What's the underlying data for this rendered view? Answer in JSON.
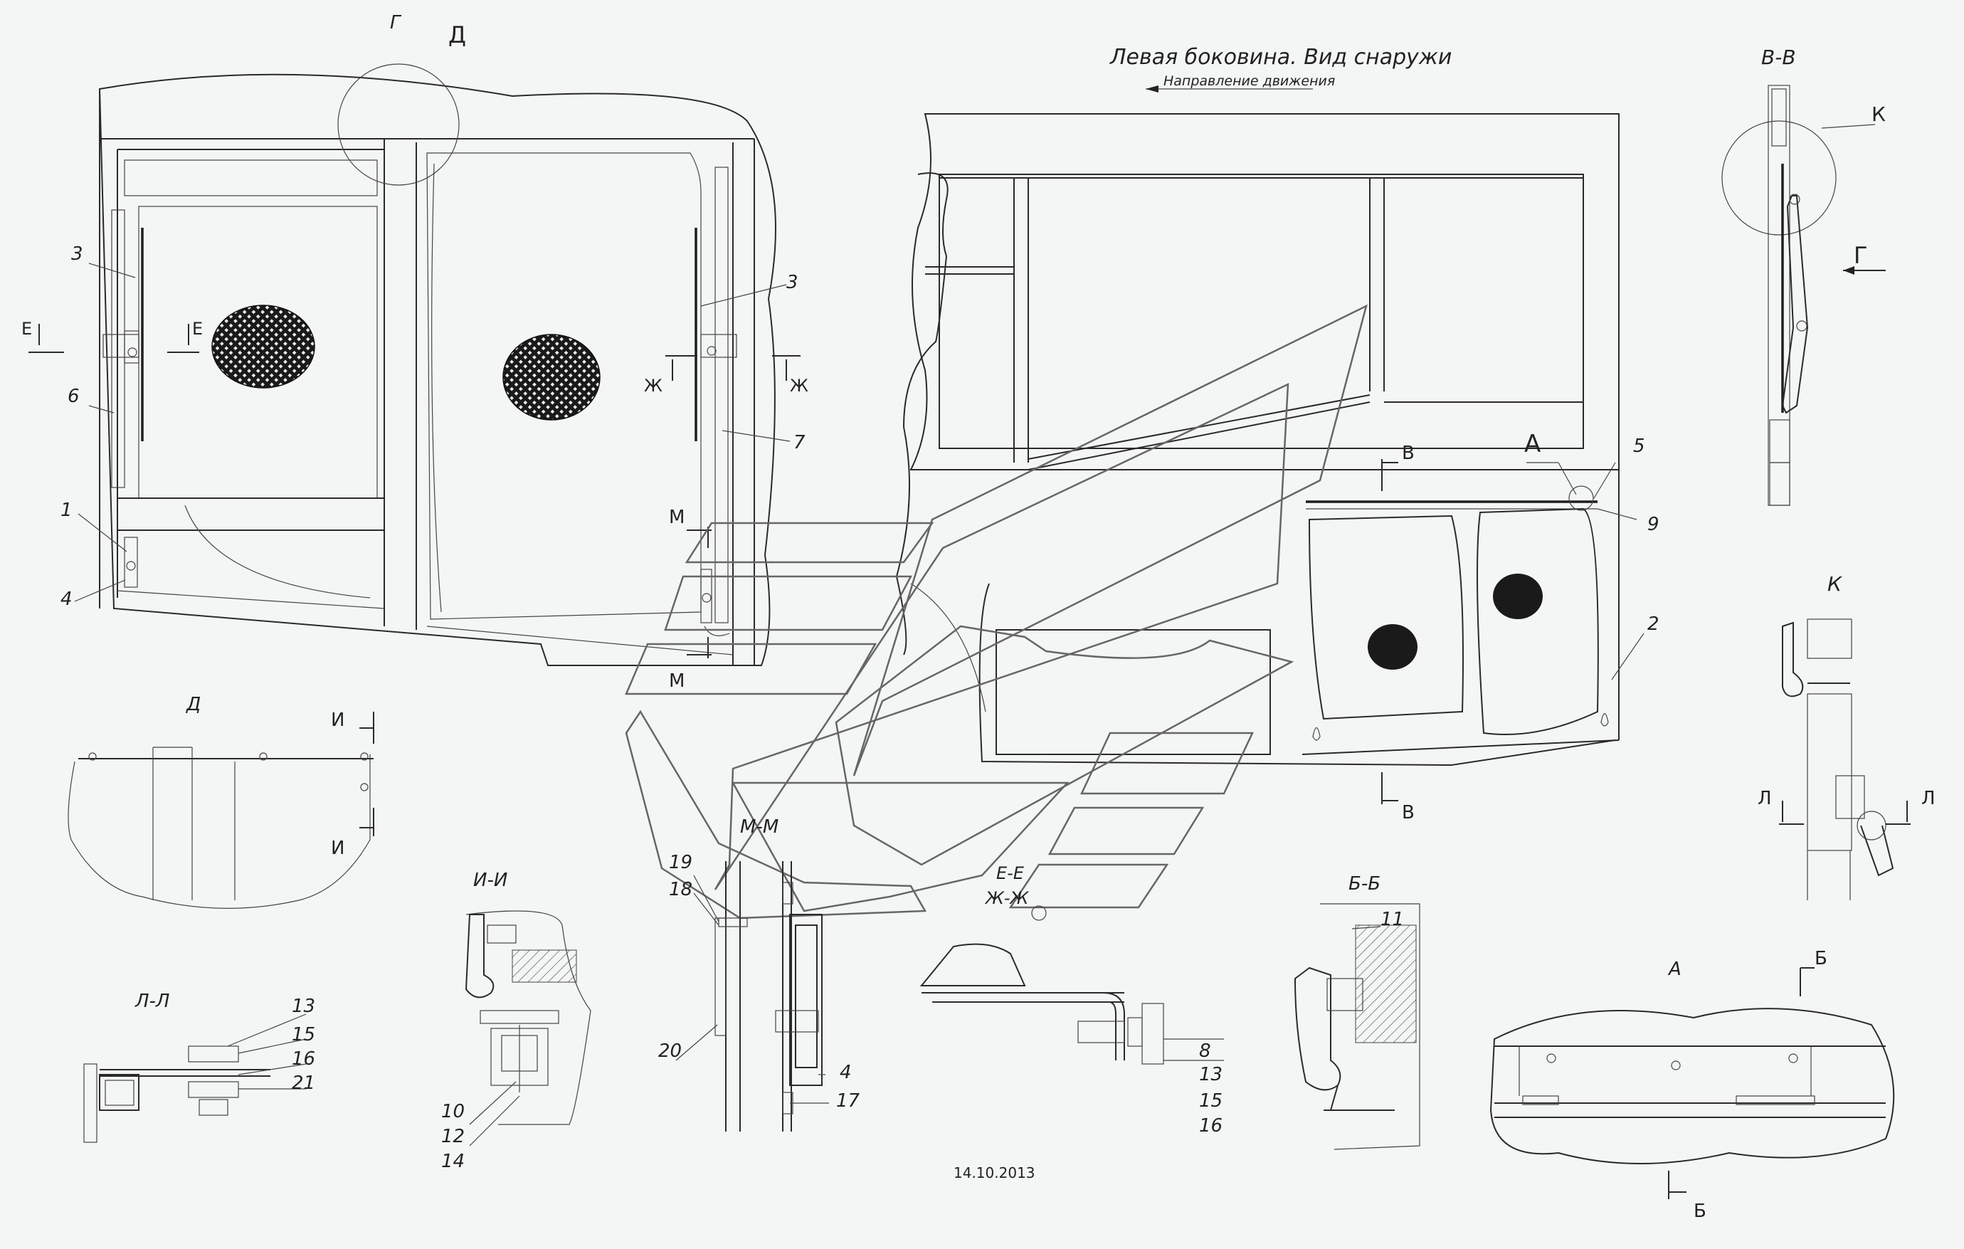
{
  "title": "Левая боковина. Вид снаружи",
  "direction_label": "Направление движения",
  "date": "14.10.2013",
  "view_labels": {
    "g_top": "Г",
    "d_top": "Д",
    "a_main": "А",
    "vv": "В-В",
    "k_callout": "К",
    "g_arrow": "Г",
    "k_view": "К",
    "d_view": "Д",
    "mm": "М-М",
    "ii": "И-И",
    "ll": "Л-Л",
    "ee": "Е-Е",
    "zhzh": "Ж-Ж",
    "bb": "Б-Б",
    "a_view": "А"
  },
  "section_marks": {
    "e_left": "Е",
    "e_right": "Е",
    "zh_left": "Ж",
    "zh_right": "Ж",
    "m_top": "М",
    "m_bottom": "М",
    "v_top": "В",
    "v_bottom": "В",
    "i_top": "И",
    "i_bottom": "И",
    "l_left": "Л",
    "l_right": "Л",
    "b_top": "Б",
    "b_bottom": "Б"
  },
  "callouts": {
    "c1": "1",
    "c2": "2",
    "c3a": "3",
    "c3b": "3",
    "c4a": "4",
    "c4b": "4",
    "c5": "5",
    "c6": "6",
    "c7": "7",
    "c8": "8",
    "c9": "9",
    "c10": "10",
    "c11": "11",
    "c12": "12",
    "c13a": "13",
    "c13b": "13",
    "c14": "14",
    "c15a": "15",
    "c15b": "15",
    "c16a": "16",
    "c16b": "16",
    "c17": "17",
    "c18": "18",
    "c19": "19",
    "c20": "20",
    "c21": "21"
  }
}
